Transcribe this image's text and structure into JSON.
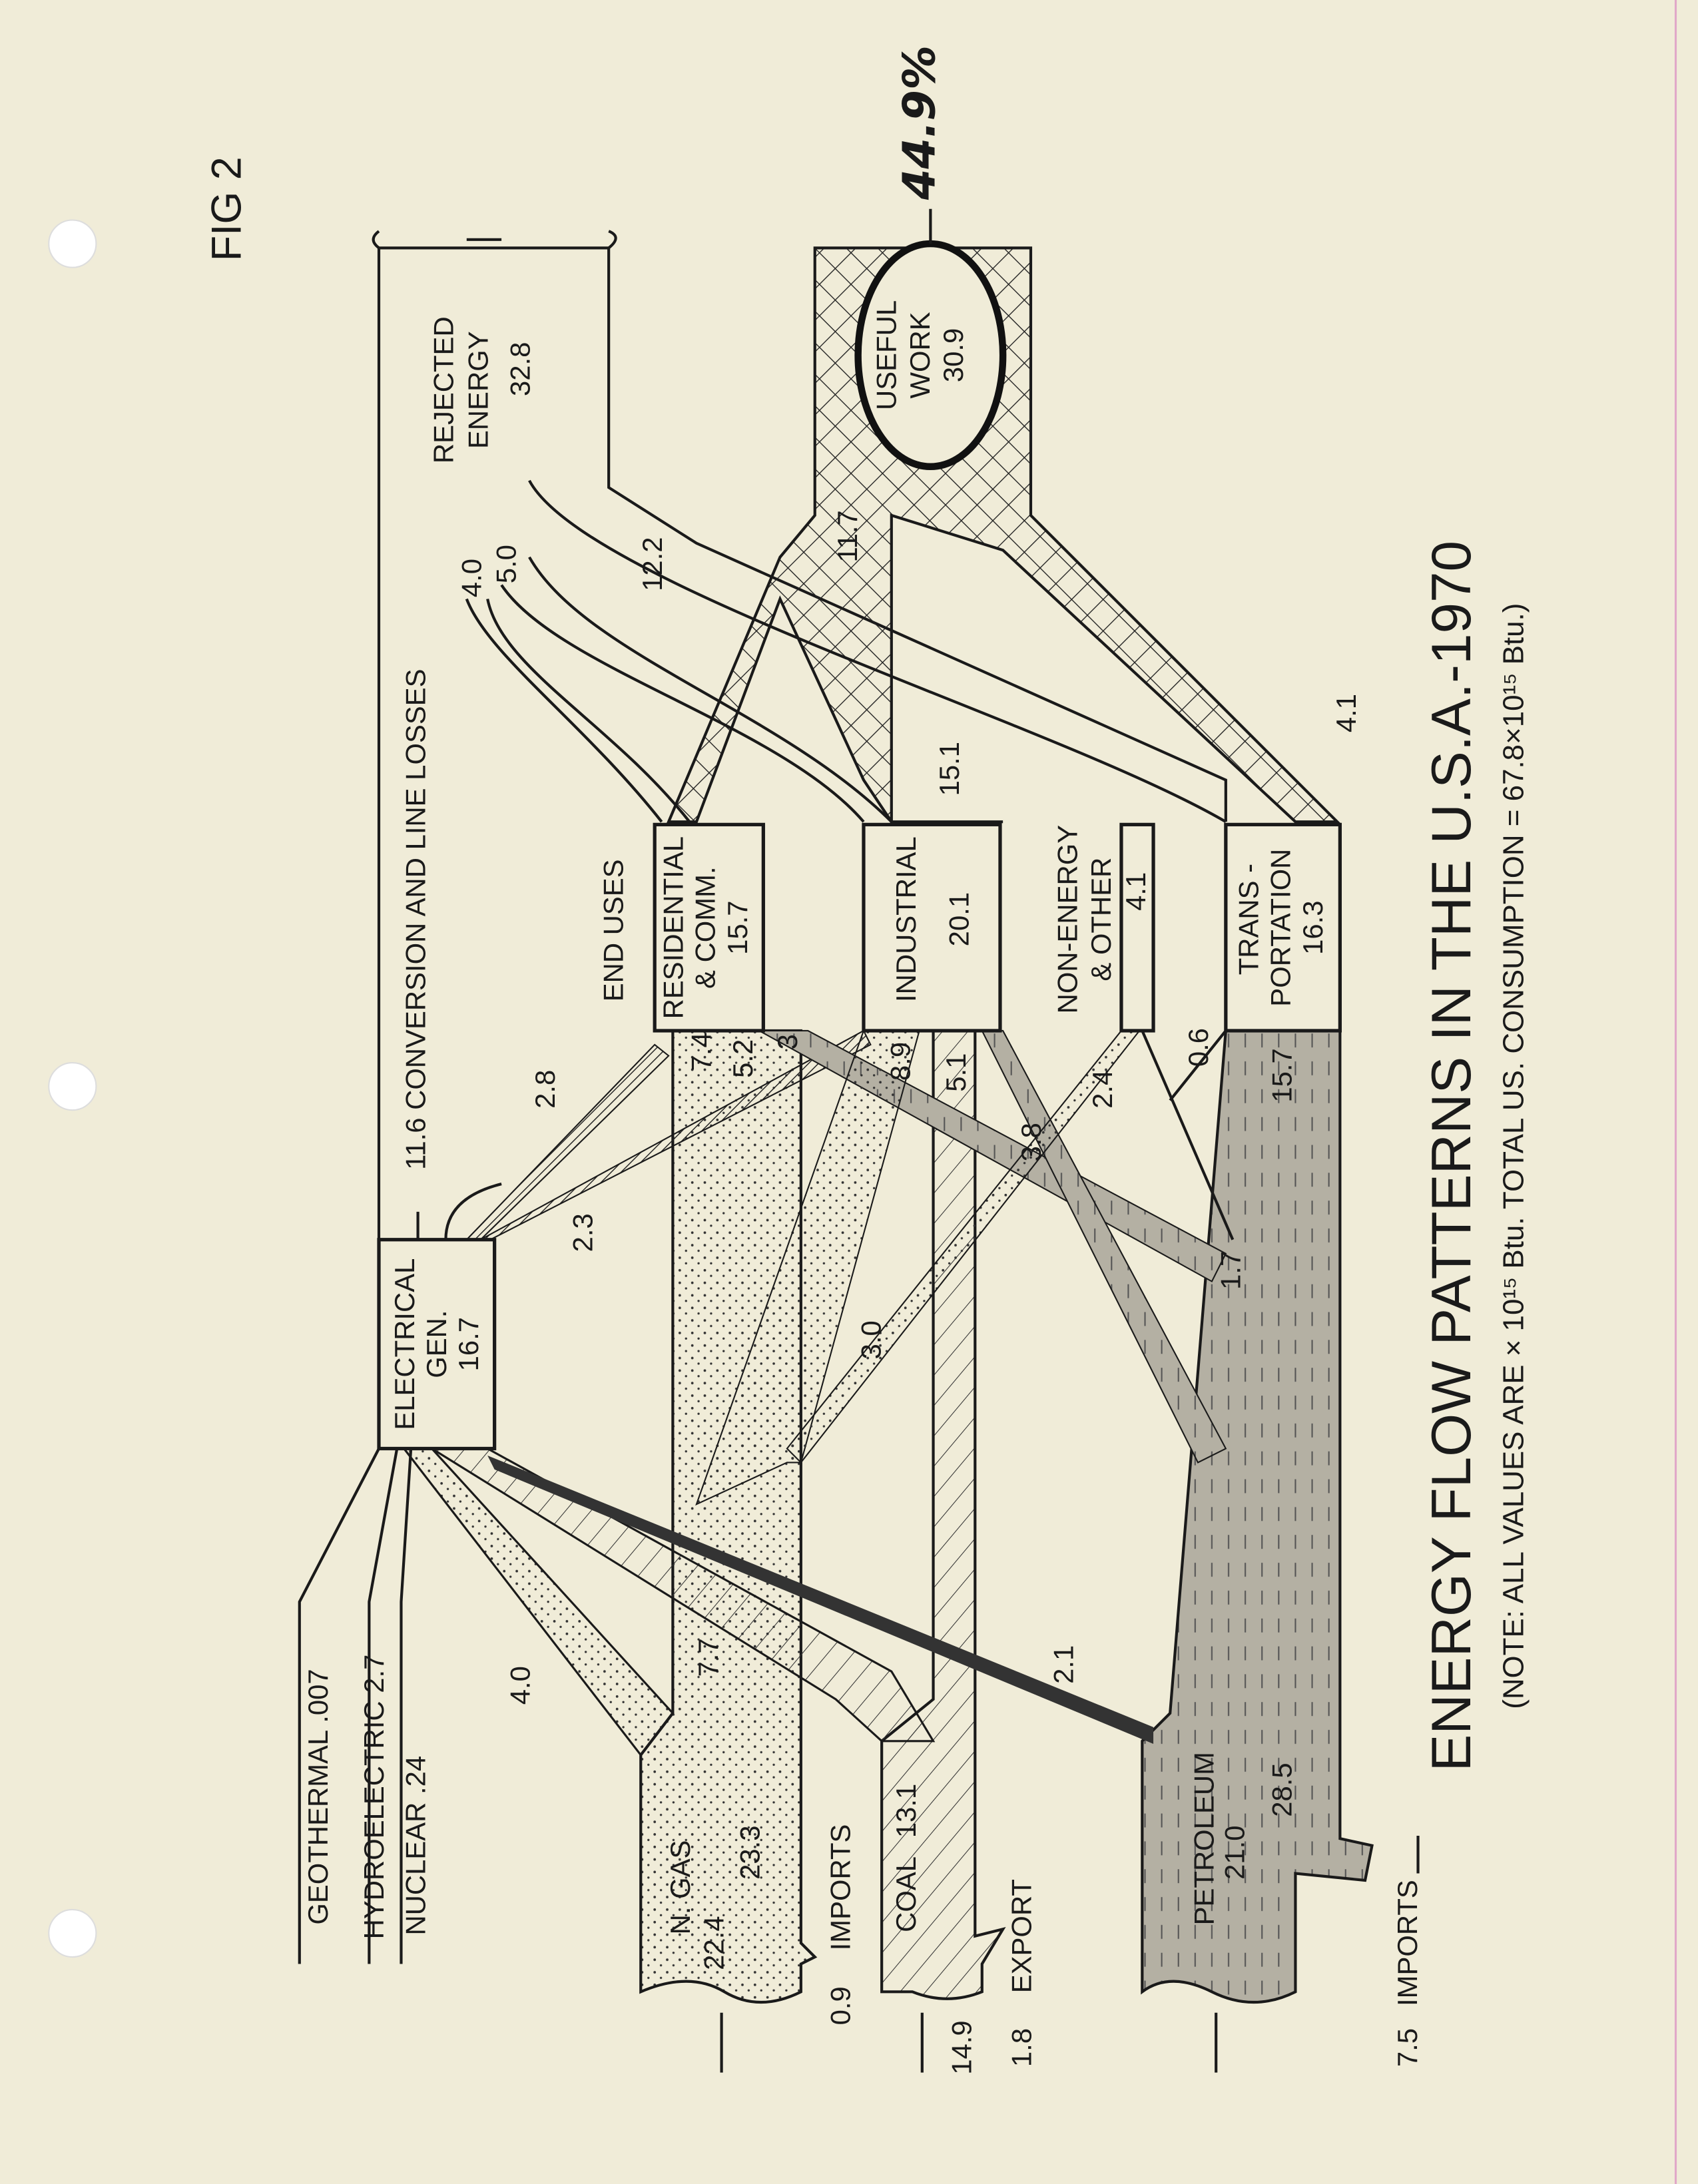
{
  "figure_label": "FIG 2",
  "title": "ENERGY FLOW PATTERNS IN THE U.S.A.-1970",
  "note": "(NOTE: ALL VALUES ARE × 10¹⁵ Btu. TOTAL US. CONSUMPTION = 67.8×10¹⁵ Btu.)",
  "handwritten_efficiency": "44.9%",
  "colors": {
    "paper": "#f0ecd8",
    "ink": "#1a1a1a",
    "petroleum": "#9a968a",
    "margin_line": "#e0a8c8"
  },
  "sources": {
    "geothermal": "GEOTHERMAL .007",
    "hydroelectric": "HYDROELECTRIC 2.7",
    "nuclear": "NUCLEAR .24",
    "gas": {
      "label": "N. GAS",
      "domestic": "22.4",
      "total": "23.3",
      "imports": "0.9",
      "imports_label": "IMPORTS"
    },
    "coal": {
      "label": "COAL",
      "total": "13.1",
      "production": "14.9",
      "export": "1.8",
      "export_label": "EXPORT"
    },
    "petroleum": {
      "label": "PETROLEUM",
      "domestic": "21.0",
      "total": "28.5",
      "imports": "7.5",
      "imports_label": "IMPORTS"
    }
  },
  "nodes": {
    "electrical": {
      "line1": "ELECTRICAL",
      "line2": "GEN.",
      "value": "16.7"
    },
    "conversion_losses": "11.6 CONVERSION AND LINE LOSSES",
    "end_uses": "END USES",
    "residential": {
      "line1": "RESIDENTIAL",
      "line2": "& COMM.",
      "value": "15.7"
    },
    "industrial": {
      "label": "INDUSTRIAL",
      "value": "20.1"
    },
    "non_energy": {
      "line1": "NON-ENERGY",
      "line2": "& OTHER",
      "value": "4.1"
    },
    "transportation": {
      "line1": "TRANS -",
      "line2": "PORTATION",
      "value": "16.3"
    },
    "rejected": {
      "line1": "REJECTED",
      "line2": "ENERGY",
      "value": "32.8"
    },
    "useful": {
      "line1": "USEFUL",
      "line2": "WORK",
      "value": "30.9"
    }
  },
  "flows": {
    "gas_to_elec": "4.0",
    "coal_to_elec": "7.7",
    "pet_to_elec": "2.1",
    "elec_to_res": "2.8",
    "elec_to_ind": "2.3",
    "gas_to_res": "7.4",
    "pet_to_res": "5.2",
    "coal_to_res": "3",
    "gas_to_ind": "8.9",
    "coal_to_ind": "5.1",
    "pet_to_ind": "3.8",
    "pet_to_nonenergy": "2.4",
    "gas_to_nonenergy": "0.6",
    "pet_to_trans": "15.7",
    "gas_to_nonenergy_b": "1.7",
    "gas_to_other": "3.0",
    "res_rejected": "4.0",
    "ind_rejected": "5.0",
    "trans_rejected": "12.2",
    "res_useful": "11.7",
    "ind_useful": "15.1",
    "trans_useful": "4.1"
  }
}
